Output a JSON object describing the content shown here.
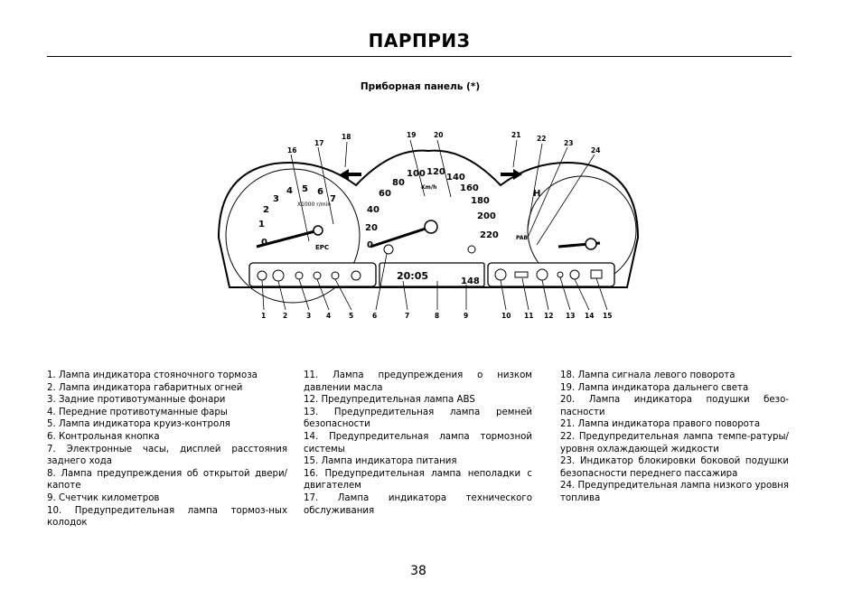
{
  "header": {
    "title": "ПАРПРИЗ"
  },
  "section": {
    "subtitle": "Приборная панель (*)"
  },
  "dashboard": {
    "tach_numbers": [
      "1",
      "2",
      "3",
      "4",
      "5",
      "6",
      "7"
    ],
    "tach_zero": "0",
    "tach_unit": "X1000\nr/min",
    "epc": "EPC",
    "speed_numbers": [
      "0",
      "20",
      "40",
      "60",
      "80",
      "100",
      "120",
      "140",
      "160",
      "180",
      "200",
      "220"
    ],
    "speed_unit": "Km/h",
    "fuel_h": "H",
    "pab": "PAB",
    "lcd_clock": "20:05",
    "lcd_odo": "148",
    "callouts_top": [
      "16",
      "17",
      "18",
      "19",
      "20",
      "21",
      "22",
      "23",
      "24"
    ],
    "callouts_bottom": [
      "1",
      "2",
      "3",
      "4",
      "5",
      "6",
      "7",
      "8",
      "9",
      "10",
      "11",
      "12",
      "13",
      "14",
      "15"
    ]
  },
  "legend": {
    "col1": [
      "1.   Лампа индикатора стояночного тормоза",
      "2.   Лампа индикатора габаритных огней",
      "3.   Задние противотуманные фонари",
      "4.   Передние противотуманные фары",
      "5.   Лампа индикатора круиз-контроля",
      "6.   Контрольная кнопка",
      "7.   Электронные часы, дисплей расстояния заднего хода",
      "8.   Лампа предупреждения об открытой двери/капоте",
      "9.   Счетчик километров",
      "10. Предупредительная лампа тормоз-ных колодок"
    ],
    "col2": [
      "11. Лампа предупреждения о низком давлении масла",
      "12. Предупредительная лампа ABS",
      "13. Предупредительная лампа ремней безопасности",
      "14. Предупредительная лампа тормозной системы",
      "15. Лампа индикатора питания",
      "16. Предупредительная лампа неполадки с двигателем",
      "17. Лампа индикатора технического обслуживания"
    ],
    "col3": [
      "18. Лампа сигнала левого поворота",
      "19. Лампа индикатора дальнего света",
      "20. Лампа индикатора подушки безо-пасности",
      "21. Лампа индикатора правого поворота",
      "22. Предупредительная лампа темпе-ратуры/уровня охлаждающей жидкости",
      "23. Индикатор блокировки боковой подушки безопасности переднего пассажира",
      "24. Предупредительная лампа низкого уровня топлива"
    ]
  },
  "footer": {
    "page_number": "38"
  }
}
